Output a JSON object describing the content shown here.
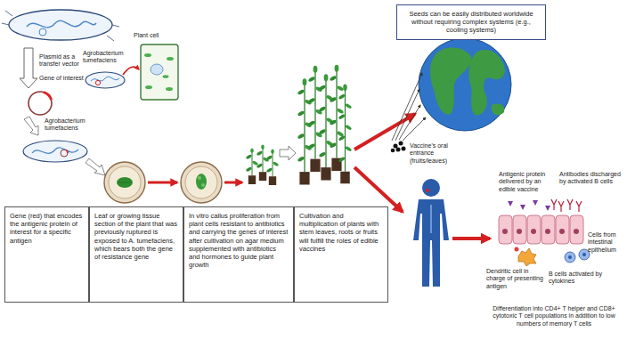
{
  "diagram": {
    "nodes": [
      {
        "text": [
          "Gene (red) that encodes the antigenic protein of interest for a specific antigen"
        ]
      },
      {
        "text": [
          "Leaf or growing tissue section of the plant that was previously ruptured is exposed to A. tumefaciens, which bears both the gene of resistance gene"
        ]
      },
      {
        "text": [
          "In vitro callus proliferation from plant cells resistant to antibiotics and carrying the genes of interest after cultivation on agar medium supplemented with antibiotics and hormones to guide plant growth"
        ]
      },
      {
        "text": [
          "Cultivation and multiplication of plants with stem leaves, roots or fruits will fulfill the roles of edible vaccines"
        ]
      },
      {
        "text": [
          "Seeds can be easily distributed worldwide without requiring complex systems (e.g., cooling systems)"
        ]
      }
    ],
    "labels": [
      "Plasmid as a transfer vector",
      "Gene of interest",
      "Plant cell",
      "Agrobacterium tumefaciens",
      "Agrobacterium tumefaciens",
      "Vaccine's oral entrance (fruits/leaves)",
      "Antigenic protein delivered by an edible vaccine",
      "Antibodies discharged by activated B cells",
      "Cells from intestinal epithelium",
      "Dendritic cell in charge of presenting antigen",
      "B cells activated by cytokines",
      "Differentiation into CD4+ T helper and CD8+ cytotoxic T cell populations in addition to low numbers of memory T cells"
    ]
  }
}
